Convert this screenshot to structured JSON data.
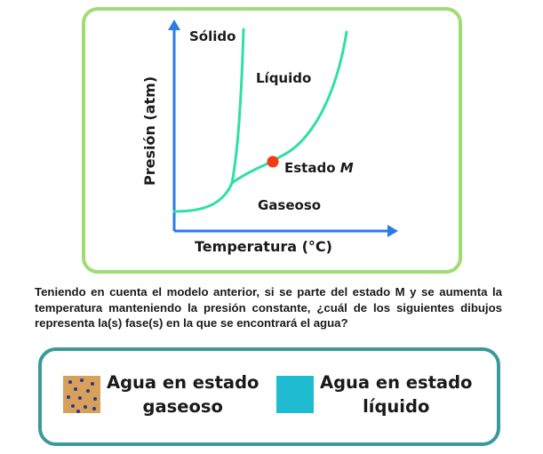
{
  "diagram": {
    "xlabel": "Temperatura (°C)",
    "ylabel": "Presión (atm)",
    "regions": {
      "solid": "Sólido",
      "liquid": "Líquido",
      "gas": "Gaseoso"
    },
    "state_prefix": "Estado ",
    "state_name": "M",
    "colors": {
      "frame": "#9fdc73",
      "axis": "#2b7be6",
      "curve": "#2ee0a8",
      "state_point": "#f23b14"
    }
  },
  "question": "Teniendo en cuenta el modelo anterior, si se parte del estado M y se aumenta la temperatura manteniendo la presión constante, ¿cuál de los siguientes dibujos representa la(s) fase(s) en la que se encontrará el agua?",
  "legend": {
    "gas": {
      "line1": "Agua en estado",
      "line2": "gaseoso",
      "color": "#d9a05b",
      "dot_color": "#243a8f"
    },
    "liquid": {
      "line1": "Agua en estado",
      "line2": "líquido",
      "color": "#1fbcd1"
    },
    "border_color": "#3a9a9a"
  }
}
